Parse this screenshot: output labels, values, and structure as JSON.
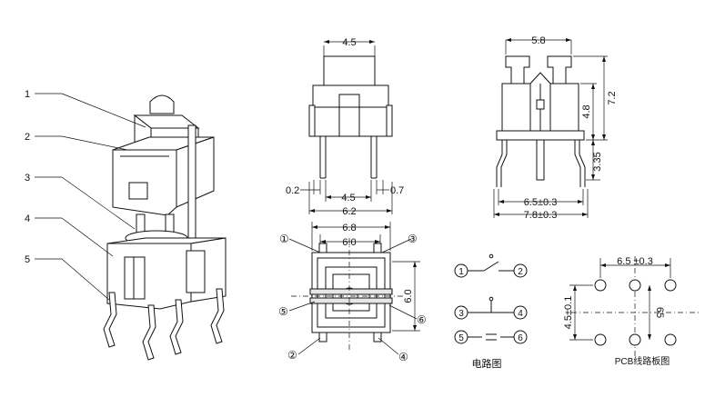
{
  "callouts": [
    "1",
    "2",
    "3",
    "4",
    "5"
  ],
  "front_view": {
    "top_width": "4.5",
    "left_offset": "0.2",
    "pin_pitch": "4.5",
    "right_offset": "0.7",
    "body_width": "6.2"
  },
  "side_view": {
    "top_width": "5.8",
    "height_upper": "4.8",
    "height_total": "7.2",
    "pin_length": "3.35",
    "pin_span": "6.5±0.3",
    "overall_span": "7.8±0.3"
  },
  "top_view": {
    "outer_width": "6.8",
    "inner_width": "6.0",
    "side_height": "6.0",
    "pins": [
      "①",
      "②",
      "③",
      "④",
      "⑤",
      "⑥"
    ]
  },
  "circuit": {
    "nodes": [
      "1",
      "2",
      "3",
      "4",
      "5",
      "6"
    ],
    "caption": "电路图"
  },
  "pcb": {
    "pitch_x": "6.5 ±0.3",
    "pitch_y": "4.5±0.1",
    "center": "65",
    "caption": "PCB线路板图"
  }
}
